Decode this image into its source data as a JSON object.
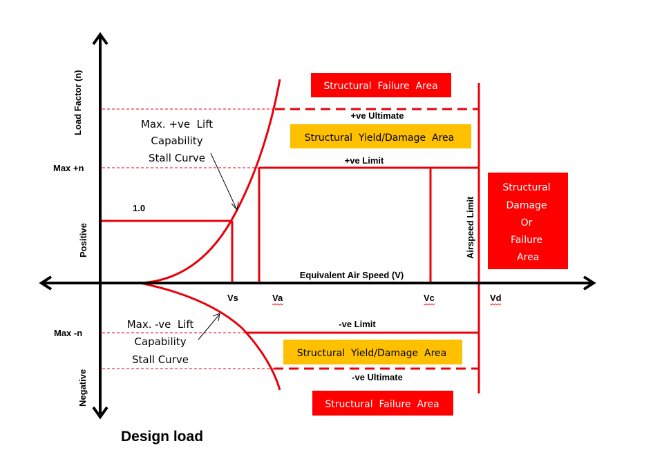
{
  "title": "Design load",
  "axes": {
    "y_label": "Load Factor (n)",
    "x_label": "Equivalent Air Speed (V)",
    "positive_label": "Positive",
    "negative_label": "Negative"
  },
  "y_ticks": {
    "max_pos": "Max +n",
    "max_neg": "Max -n",
    "one": "1.0"
  },
  "x_ticks": [
    "Vs",
    "Va",
    "Vc",
    "Vd"
  ],
  "lines": {
    "pos_ultimate": "+ve Ultimate",
    "pos_limit": "+ve Limit",
    "neg_limit": "-ve Limit",
    "neg_ultimate": "-ve Ultimate",
    "airspeed_limit": "Airspeed Limit"
  },
  "annotations": {
    "pos_stall": [
      "Max. +ve  Lift",
      "Capability",
      "Stall Curve"
    ],
    "neg_stall": [
      "Max. -ve  Lift",
      "Capability",
      "Stall Curve"
    ]
  },
  "areas": {
    "top_failure": "Structural  Failure  Area",
    "top_yield": "Structural  Yield/Damage  Area",
    "right_box": [
      "Structural",
      "Damage",
      "Or",
      "Failure",
      " Area"
    ],
    "bottom_yield": "Structural  Yield/Damage  Area",
    "bottom_failure": "Structural  Failure  Area"
  },
  "colors": {
    "red": "#ff0000",
    "line_red": "#e8000b",
    "amber": "#ffc000",
    "black": "#000000"
  }
}
